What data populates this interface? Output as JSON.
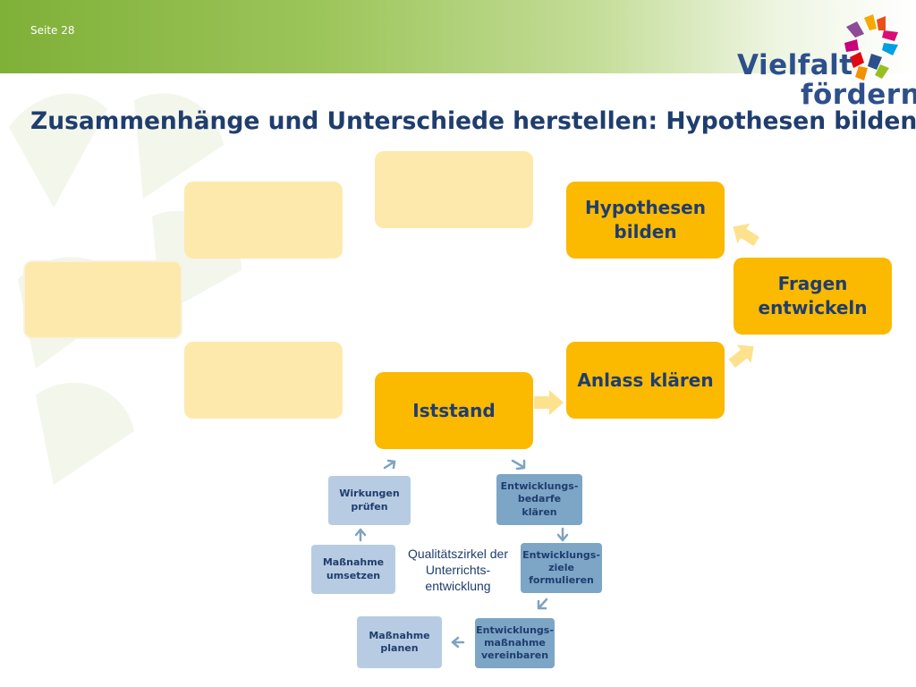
{
  "header": {
    "page_number": "Seite 28",
    "logo_line1": "Vielfalt",
    "logo_line2": "fördern"
  },
  "title": "Zusammenhänge und Unterschiede herstellen: Hypothesen bilden",
  "process_steps": [
    {
      "label": "Iststand"
    },
    {
      "label": "Anlass klären"
    },
    {
      "label": "Fragen entwickeln"
    },
    {
      "label": "Hypothesen bilden"
    }
  ],
  "cycle": {
    "center_label": "Qualitätszirkel der Unterrichts-entwicklung",
    "steps": [
      {
        "label": "Entwicklungs-bedarfe klären"
      },
      {
        "label": "Entwicklungs-ziele formulieren"
      },
      {
        "label": "Entwicklungs-maßnahme vereinbaren"
      },
      {
        "label": "Maßnahme planen"
      },
      {
        "label": "Maßnahme umsetzen"
      },
      {
        "label": "Wirkungen prüfen"
      }
    ]
  },
  "colors": {
    "step_fill": "#fbb900",
    "faded_fill": "#fde9ac",
    "title_text": "#1f3d6e",
    "banner_green": "#7fb038",
    "cycle_light": "#b7cce2",
    "cycle_dark": "#7da5c6",
    "arrow_yellow": "#fde28e",
    "cycle_arrow": "#7fa2c2"
  }
}
